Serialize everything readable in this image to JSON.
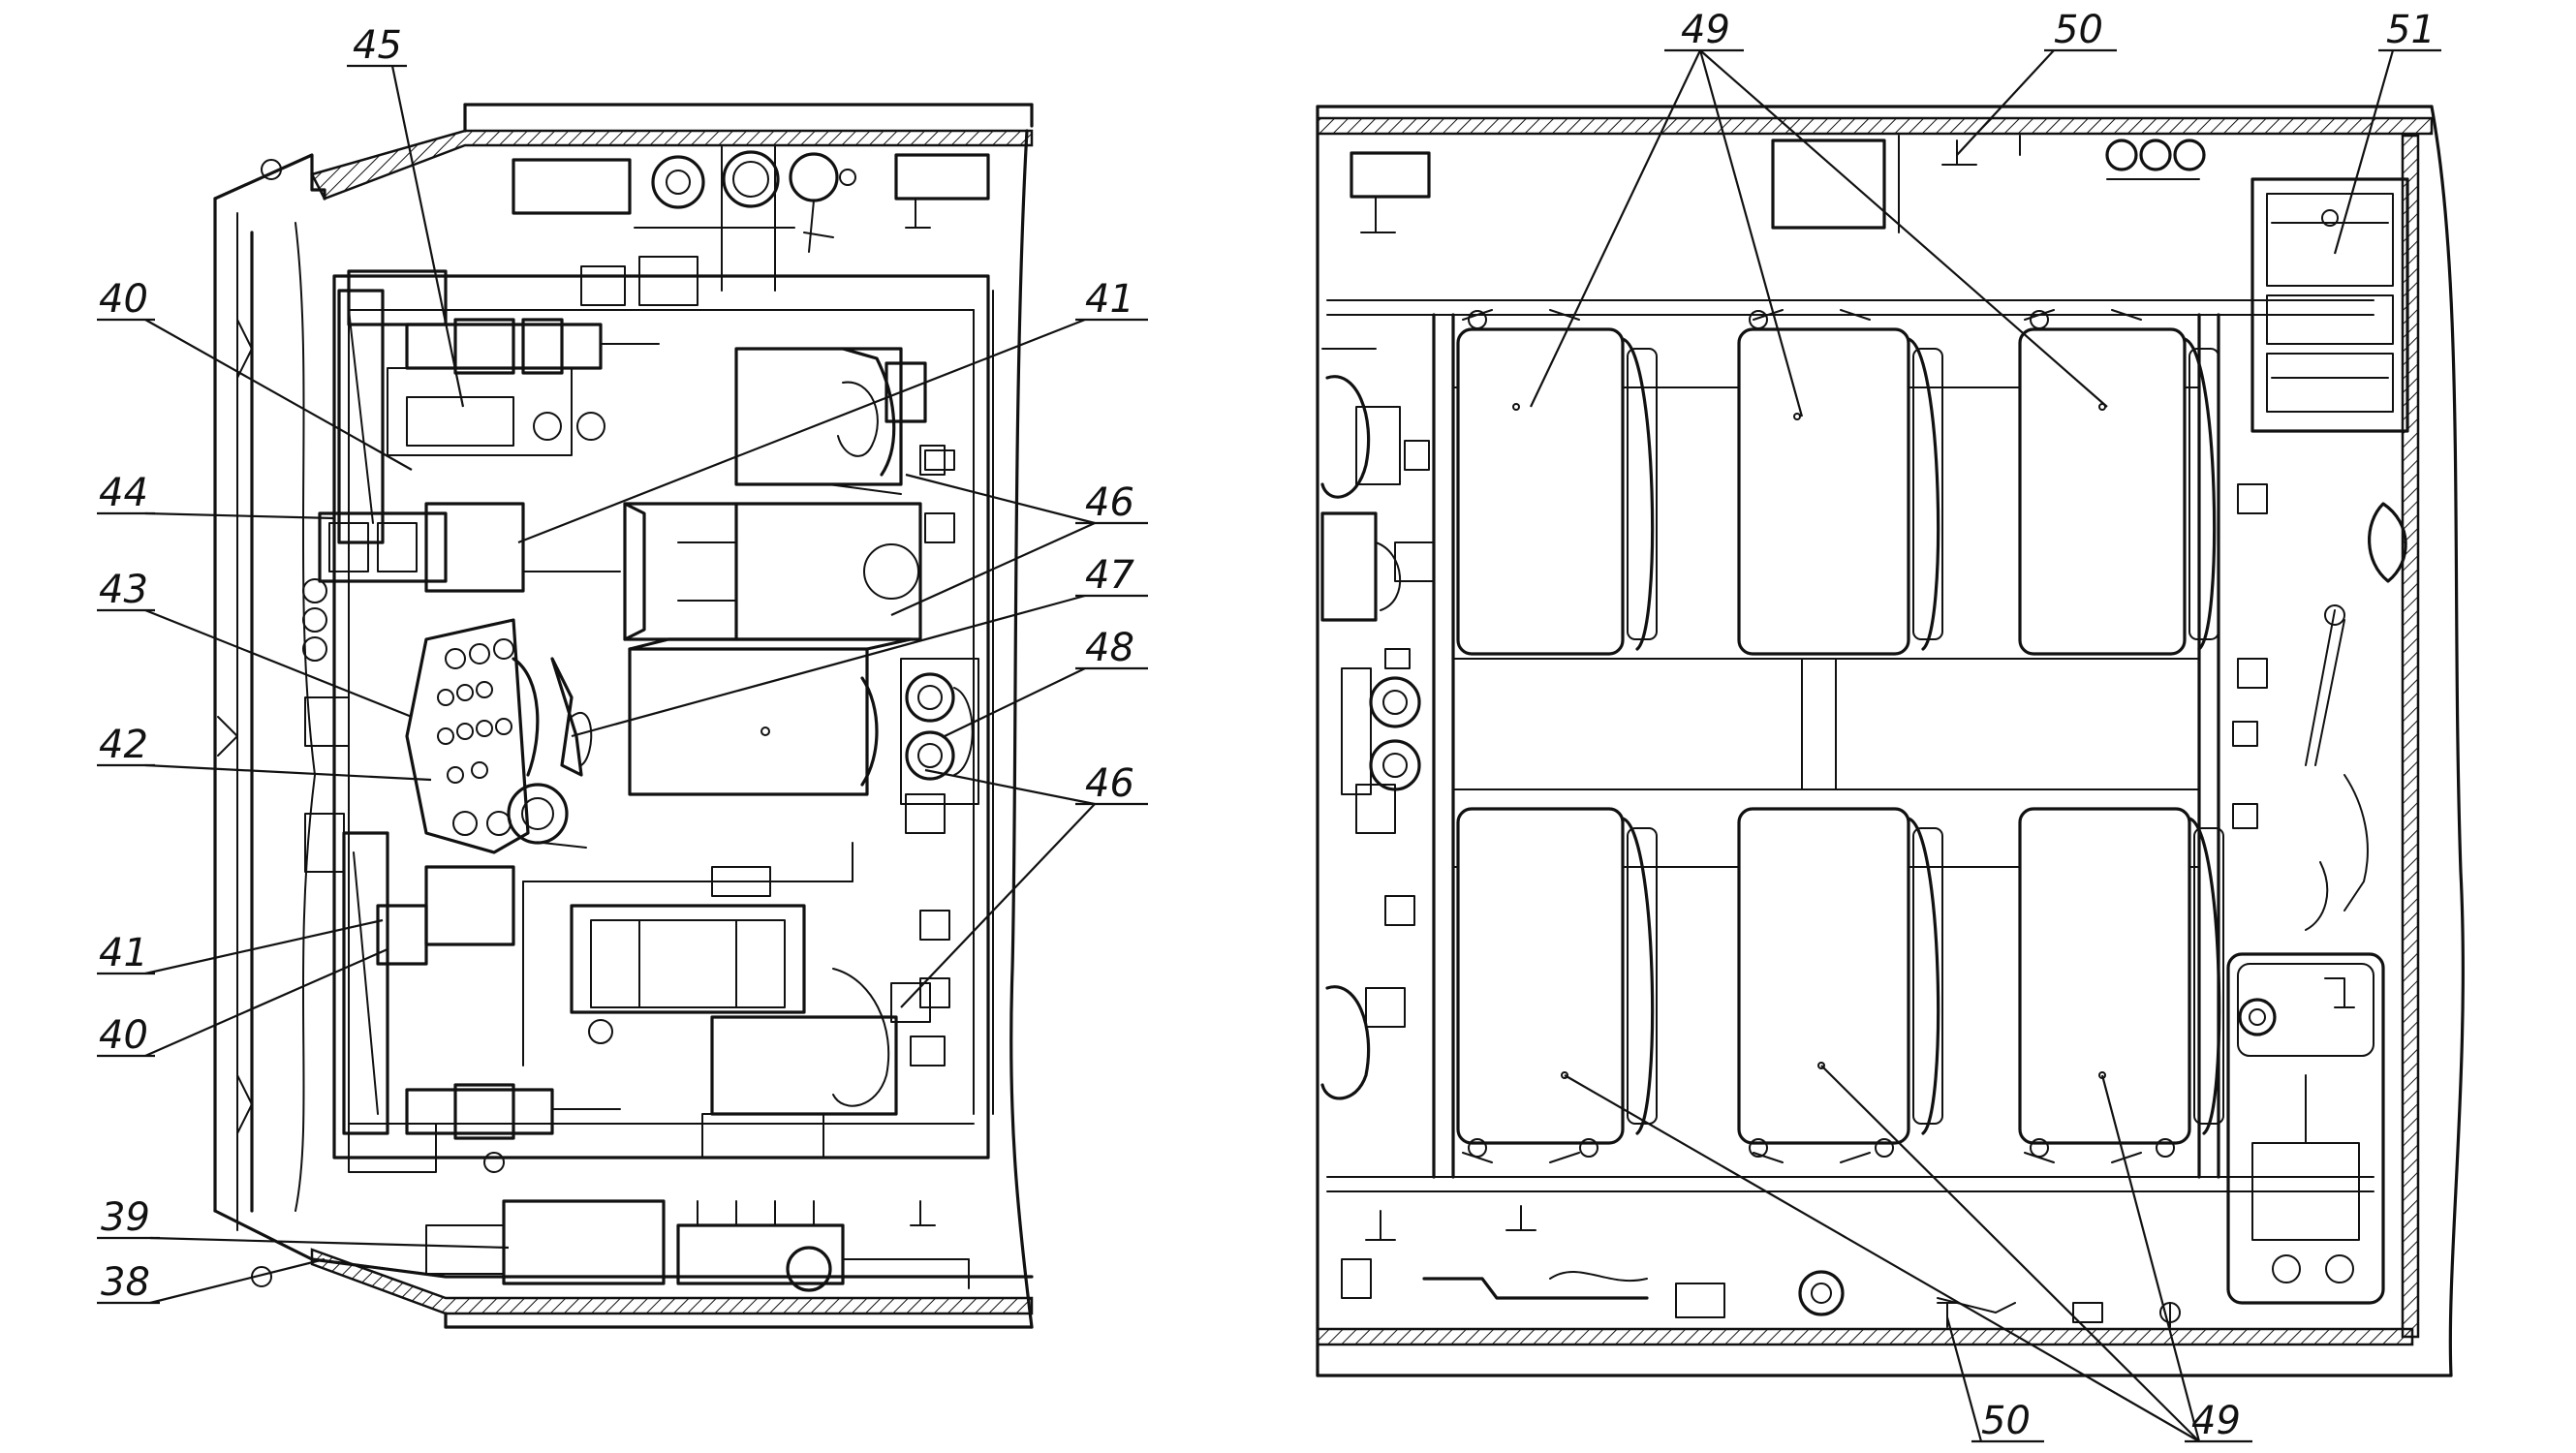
{
  "callouts": {
    "c38": "38",
    "c39": "39",
    "c40a": "40",
    "c40b": "40",
    "c41a": "41",
    "c41b": "41",
    "c42": "42",
    "c43": "43",
    "c44": "44",
    "c45": "45",
    "c46a": "46",
    "c46b": "46",
    "c47": "47",
    "c48": "48",
    "c49a": "49",
    "c49b": "49",
    "c50a": "50",
    "c50b": "50",
    "c51": "51"
  }
}
